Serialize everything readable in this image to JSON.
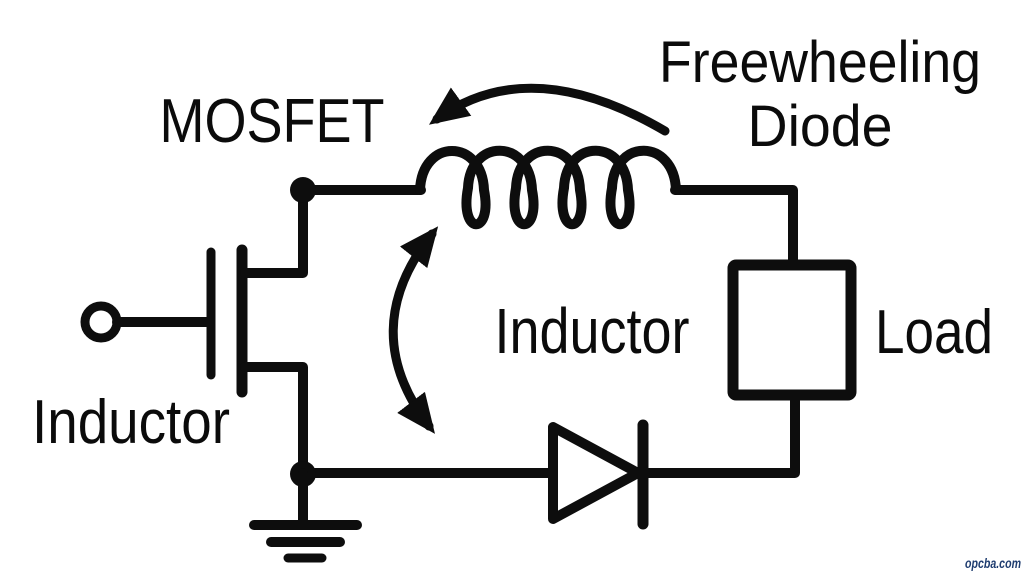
{
  "colors": {
    "line": "#0d0d0d",
    "text": "#0b0b0b",
    "background": "#ffffff",
    "watermark": "#1f3d70"
  },
  "diagram": {
    "title_context": "Freewheeling diode circuit schematic",
    "labels": {
      "mosfet": "MOSFET",
      "freewheeling_line1": "Freewheeling",
      "freewheeling_line2": "Diode",
      "inductor_center": "Inductor",
      "inductor_left": "Inductor",
      "load": "Load"
    },
    "symbols": [
      "gate-terminal-circle",
      "mosfet-transistor-symbol",
      "inductor-coil",
      "freewheeling-diode-symbol",
      "load-block",
      "ground-symbol",
      "freewheeling-current-arrow",
      "inductor-current-double-arrow",
      "junction-node-top",
      "junction-node-bottom"
    ],
    "watermark": "opcba.com"
  }
}
